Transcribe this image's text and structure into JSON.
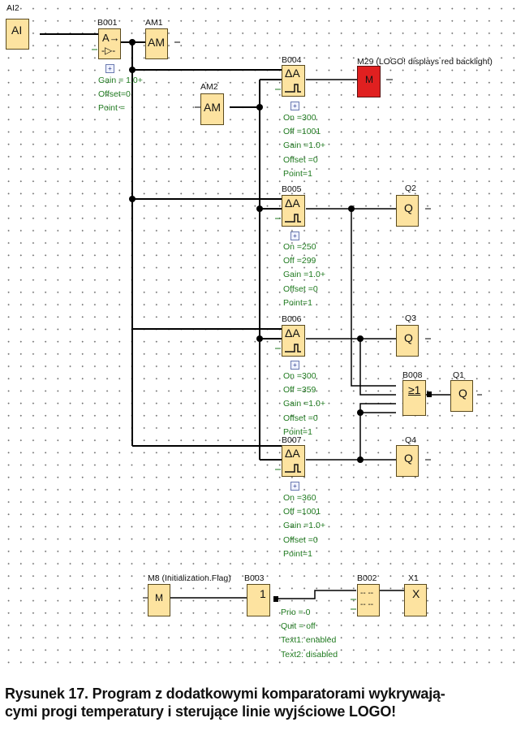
{
  "diagram": {
    "blocks": {
      "ai2": {
        "label": "AI2",
        "glyph": "AI"
      },
      "b001": {
        "label": "B001",
        "glyph": "A→",
        "glyph2": "-▷-",
        "params": [
          "Gain = 1.0+",
          "Offset=0",
          "Point ="
        ]
      },
      "am1": {
        "label": "AM1",
        "glyph": "AM"
      },
      "am2": {
        "label": "AM2",
        "glyph": "AM"
      },
      "b004": {
        "label": "B004",
        "glyph": "ΔA",
        "params": [
          "On   =300",
          "Off   =1001",
          "Gain  =1.0+",
          "Offset =0",
          "Point=1"
        ]
      },
      "m29": {
        "label": "M29 (LOGO! displays red backlight)",
        "glyph": "M"
      },
      "b005": {
        "label": "B005",
        "glyph": "ΔA",
        "params": [
          "On   =250",
          "Off   =299",
          "Gain  =1.0+",
          "Offset =0",
          "Point=1"
        ]
      },
      "q2": {
        "label": "Q2",
        "glyph": "Q"
      },
      "b006": {
        "label": "B006",
        "glyph": "ΔA",
        "params": [
          "On   =300",
          "Off   =359",
          "Gain  =1.0+",
          "Offset =0",
          "Point=1"
        ]
      },
      "q3": {
        "label": "Q3",
        "glyph": "Q"
      },
      "b008": {
        "label": "B008",
        "glyph": "≥1"
      },
      "q1": {
        "label": "Q1",
        "glyph": "Q"
      },
      "b007": {
        "label": "B007",
        "glyph": "ΔA",
        "params": [
          "On   =360",
          "Off   =1001",
          "Gain  =1.0+",
          "Offset =0",
          "Point=1"
        ]
      },
      "q4": {
        "label": "Q4",
        "glyph": "Q"
      },
      "m8": {
        "label": "M8 (Initialization.Flag)",
        "glyph": "M"
      },
      "b003": {
        "label": "B003",
        "glyph": "1"
      },
      "b002": {
        "label": "B002",
        "glyph": "-- --",
        "glyph2": "-- --",
        "params": [
          "Prio = 0",
          "Quit = off",
          "Text1: enabled",
          "Text2: disabled"
        ]
      },
      "x1": {
        "label": "X1",
        "glyph": "X"
      }
    },
    "expand_symbol": "+",
    "colors": {
      "block_fill": "#fde3a0",
      "flag_red": "#e02020",
      "param_text": "#1f7a1f",
      "wire": "#000000"
    }
  },
  "caption": {
    "line1": "Rysunek 17. Program z dodatkowymi komparatorami wykrywają-",
    "line2": "cymi progi temperatury i sterujące linie wyjściowe LOGO!"
  }
}
